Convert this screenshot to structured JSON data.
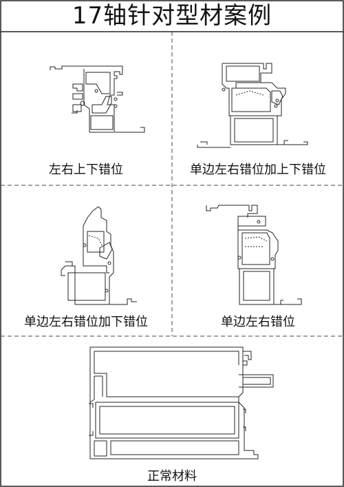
{
  "title": "17轴针对型材案例",
  "cells": [
    {
      "id": "top-left",
      "caption": "左右上下错位"
    },
    {
      "id": "top-right",
      "caption": "单边左右错位加上下错位"
    },
    {
      "id": "mid-left",
      "caption": "单边左右错位加下错位"
    },
    {
      "id": "mid-right",
      "caption": "单边左右错位"
    },
    {
      "id": "bottom",
      "caption": "正常材料"
    }
  ]
}
